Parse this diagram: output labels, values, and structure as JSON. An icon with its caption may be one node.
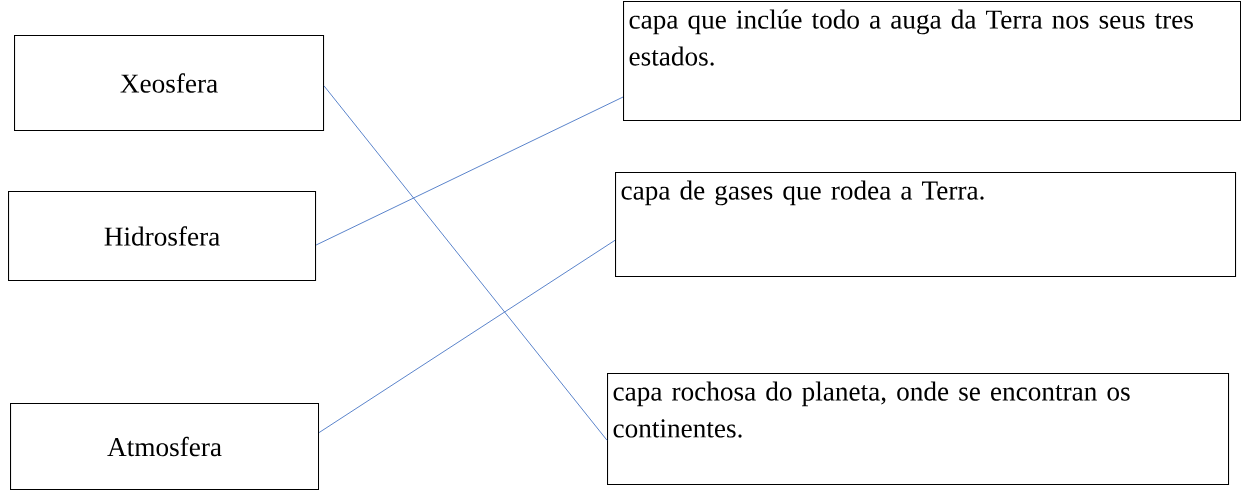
{
  "diagram": {
    "nodes": [
      {
        "text": [
          "Xeosfera"
        ]
      },
      {
        "text": [
          "Hidrosfera"
        ]
      },
      {
        "text": [
          "Atmosfera"
        ]
      },
      {
        "text": [
          "capa que inclúe todo a auga da Terra nos seus tres estados."
        ]
      },
      {
        "text": [
          "capa de gases que rodea a Terra."
        ]
      },
      {
        "text": [
          "capa rochosa do planeta, onde se encontran os continentes."
        ]
      }
    ],
    "edges": [
      {
        "from": 0,
        "to": 5,
        "arrow": "none",
        "color": "#4472c4"
      },
      {
        "from": 1,
        "to": 3,
        "arrow": "none",
        "color": "#4472c4"
      },
      {
        "from": 2,
        "to": 4,
        "arrow": "none",
        "color": "#4472c4"
      }
    ]
  }
}
